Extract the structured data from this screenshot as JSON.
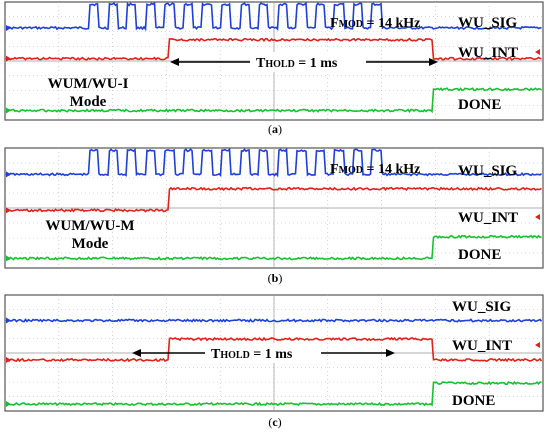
{
  "chart_data": [
    {
      "type": "line",
      "panel_label": "(a)",
      "panels_caption": "a",
      "signals": [
        {
          "name": "WU_SIG",
          "color": "#1f3fd6",
          "kind": "burst",
          "burst_start_ms": -0.3,
          "burst_end_ms": 0.82,
          "low": 0.78,
          "high": 0.98
        },
        {
          "name": "WU_INT",
          "color": "#e0201a",
          "kind": "pulse",
          "rise_ms": 0.0,
          "fall_ms": 1.0,
          "low": 0.52,
          "high": 0.68
        },
        {
          "name": "DONE",
          "color": "#18c030",
          "kind": "step",
          "rise_ms": 1.0,
          "low": 0.08,
          "high": 0.26
        }
      ],
      "annotations": {
        "fmod": {
          "prefix": "F",
          "sub": "MOD",
          "rest": " = 14 kHz"
        },
        "thold": {
          "prefix": "T",
          "sub": "HOLD",
          "rest": " = 1 ms"
        },
        "mode_line1": "WUM/WU-I",
        "mode_line2": "Mode"
      }
    },
    {
      "type": "line",
      "panel_label": "(b)",
      "panels_caption": "b",
      "signals": [
        {
          "name": "WU_SIG",
          "color": "#1f3fd6",
          "kind": "burst",
          "burst_start_ms": -0.3,
          "burst_end_ms": 0.82,
          "low": 0.78,
          "high": 0.98
        },
        {
          "name": "WU_INT",
          "color": "#e0201a",
          "kind": "step",
          "rise_ms": 0.0,
          "low": 0.48,
          "high": 0.66
        },
        {
          "name": "DONE",
          "color": "#18c030",
          "kind": "step",
          "rise_ms": 1.0,
          "low": 0.08,
          "high": 0.26
        }
      ],
      "annotations": {
        "fmod": {
          "prefix": "F",
          "sub": "MOD",
          "rest": " = 14 kHz"
        },
        "mode_line1": "WUM/WU-M",
        "mode_line2": "Mode"
      }
    },
    {
      "type": "line",
      "panel_label": "(c)",
      "panels_caption": "c",
      "signals": [
        {
          "name": "WU_SIG",
          "color": "#1f3fd6",
          "kind": "flat",
          "low": 0.78,
          "high": 0.78
        },
        {
          "name": "WU_INT",
          "color": "#e0201a",
          "kind": "pulse",
          "rise_ms": 0.0,
          "fall_ms": 1.0,
          "low": 0.44,
          "high": 0.62
        },
        {
          "name": "DONE",
          "color": "#18c030",
          "kind": "step",
          "rise_ms": 1.0,
          "low": 0.06,
          "high": 0.24
        }
      ],
      "annotations": {
        "thold": {
          "prefix": "T",
          "sub": "HOLD",
          "rest": " = 1 ms"
        }
      }
    }
  ],
  "colors": {
    "grid": "#b8b8b8",
    "frame": "#555555",
    "background": "#ffffff"
  }
}
